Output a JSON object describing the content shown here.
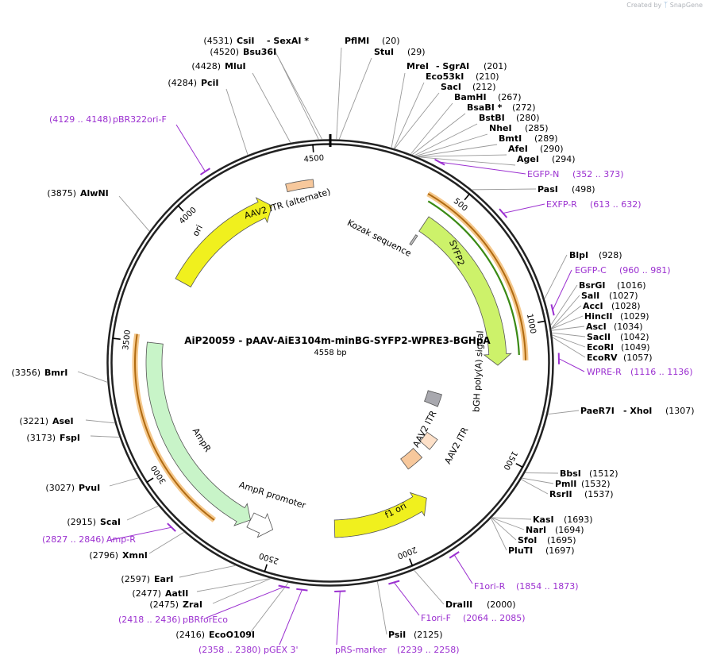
{
  "app": {
    "credit_text": "Created by",
    "brand": "SnapGene"
  },
  "plasmid": {
    "name": "AiP20059 - pAAV-AiE3104m-minBG-SYFP2-WPRE3-BGHpA",
    "length_label": "4558 bp",
    "length": 4558
  },
  "ticks": [
    "500",
    "1000",
    "1500",
    "2000",
    "2500",
    "3000",
    "3500",
    "4000",
    "4500"
  ],
  "features": [
    {
      "name": "SYFP2",
      "start": 430,
      "end": 1150,
      "color": "#cdf26a",
      "dir": 1
    },
    {
      "name": "f1 ori",
      "start": 1830,
      "end": 2260,
      "color": "#f0f01e",
      "dir": -1
    },
    {
      "name": "AmpR",
      "start": 2620,
      "end": 3500,
      "color": "#c8f4c8",
      "dir": -1
    },
    {
      "name": "AmpR promoter",
      "start": 2520,
      "end": 2620,
      "color": "#ffffff",
      "dir": -1
    },
    {
      "name": "ori",
      "start": 3780,
      "end": 4300,
      "color": "#f0f01e",
      "dir": 1
    },
    {
      "name": "AAV2 ITR (alternate)",
      "start": 4380,
      "end": 4490,
      "color": "#f7c89c",
      "dir": 0
    },
    {
      "name": "Kozak sequence",
      "start": 427,
      "end": 437,
      "color": "#c0c0c0",
      "dir": 0
    },
    {
      "name": "bGH poly(A) signal",
      "start": 1340,
      "end": 1420,
      "color": "#a8a8ae",
      "dir": 0
    },
    {
      "name": "AAV2 ITR",
      "start": 1590,
      "end": 1660,
      "color": "#fde0c8",
      "dir": 0
    },
    {
      "name": "AAV2 ITR",
      "start": 1720,
      "end": 1820,
      "color": "#f7c89c",
      "dir": 0
    }
  ],
  "sites": [
    {
      "label": "CsiI",
      "pos": "(4531)",
      "extra": "- SexAI *"
    },
    {
      "label": "Bsu36I",
      "pos": "(4520)",
      "extra": ""
    },
    {
      "label": "MluI",
      "pos": "(4428)",
      "extra": ""
    },
    {
      "label": "PciI",
      "pos": "(4284)",
      "extra": ""
    },
    {
      "label": "AlwNI",
      "pos": "(3875)",
      "extra": ""
    },
    {
      "label": "BmrI",
      "pos": "(3356)",
      "extra": ""
    },
    {
      "label": "AseI",
      "pos": "(3221)",
      "extra": ""
    },
    {
      "label": "FspI",
      "pos": "(3173)",
      "extra": ""
    },
    {
      "label": "PvuI",
      "pos": "(3027)",
      "extra": ""
    },
    {
      "label": "ScaI",
      "pos": "(2915)",
      "extra": ""
    },
    {
      "label": "XmnI",
      "pos": "(2796)",
      "extra": ""
    },
    {
      "label": "EarI",
      "pos": "(2597)",
      "extra": ""
    },
    {
      "label": "AatII",
      "pos": "(2477)",
      "extra": ""
    },
    {
      "label": "ZraI",
      "pos": "(2475)",
      "extra": ""
    },
    {
      "label": "EcoO109I",
      "pos": "(2416)",
      "extra": ""
    },
    {
      "label": "PflMI",
      "pos": "(20)",
      "extra": ""
    },
    {
      "label": "StuI",
      "pos": "(29)",
      "extra": ""
    },
    {
      "label": "MreI",
      "pos": "(201)",
      "extra": "- SgrAI"
    },
    {
      "label": "Eco53kI",
      "pos": "(210)",
      "extra": ""
    },
    {
      "label": "SacI",
      "pos": "(212)",
      "extra": ""
    },
    {
      "label": "BamHI",
      "pos": "(267)",
      "extra": ""
    },
    {
      "label": "BsaBI *",
      "pos": "(272)",
      "extra": ""
    },
    {
      "label": "BstBI",
      "pos": "(280)",
      "extra": ""
    },
    {
      "label": "NheI",
      "pos": "(285)",
      "extra": ""
    },
    {
      "label": "BmtI",
      "pos": "(289)",
      "extra": ""
    },
    {
      "label": "AfeI",
      "pos": "(290)",
      "extra": ""
    },
    {
      "label": "AgeI",
      "pos": "(294)",
      "extra": ""
    },
    {
      "label": "PasI",
      "pos": "(498)",
      "extra": ""
    },
    {
      "label": "BlpI",
      "pos": "(928)",
      "extra": ""
    },
    {
      "label": "BsrGI",
      "pos": "(1016)",
      "extra": ""
    },
    {
      "label": "SalI",
      "pos": "(1027)",
      "extra": ""
    },
    {
      "label": "AccI",
      "pos": "(1028)",
      "extra": ""
    },
    {
      "label": "HincII",
      "pos": "(1029)",
      "extra": ""
    },
    {
      "label": "AscI",
      "pos": "(1034)",
      "extra": ""
    },
    {
      "label": "SacII",
      "pos": "(1042)",
      "extra": ""
    },
    {
      "label": "EcoRI",
      "pos": "(1049)",
      "extra": ""
    },
    {
      "label": "EcoRV",
      "pos": "(1057)",
      "extra": ""
    },
    {
      "label": "PaeR7I",
      "pos": "(1307)",
      "extra": "- XhoI"
    },
    {
      "label": "BbsI",
      "pos": "(1512)",
      "extra": ""
    },
    {
      "label": "PmlI",
      "pos": "(1532)",
      "extra": ""
    },
    {
      "label": "RsrII",
      "pos": "(1537)",
      "extra": ""
    },
    {
      "label": "KasI",
      "pos": "(1693)",
      "extra": ""
    },
    {
      "label": "NarI",
      "pos": "(1694)",
      "extra": ""
    },
    {
      "label": "SfoI",
      "pos": "(1695)",
      "extra": ""
    },
    {
      "label": "PluTI",
      "pos": "(1697)",
      "extra": ""
    },
    {
      "label": "DraIII",
      "pos": "(2000)",
      "extra": ""
    },
    {
      "label": "PsiI",
      "pos": "(2125)",
      "extra": ""
    }
  ],
  "primers": [
    {
      "label": "pBR322ori-F",
      "range": "(4129 .. 4148)"
    },
    {
      "label": "EGFP-N",
      "range": "(352 .. 373)"
    },
    {
      "label": "EXFP-R",
      "range": "(613 .. 632)"
    },
    {
      "label": "EGFP-C",
      "range": "(960 .. 981)"
    },
    {
      "label": "WPRE-R",
      "range": "(1116 .. 1136)"
    },
    {
      "label": "F1ori-R",
      "range": "(1854 .. 1873)"
    },
    {
      "label": "F1ori-F",
      "range": "(2064 .. 2085)"
    },
    {
      "label": "pRS-marker",
      "range": "(2239 .. 2258)"
    },
    {
      "label": "pGEX 3'",
      "range": "(2358 .. 2380)"
    },
    {
      "label": "pBRforEco",
      "range": "(2418 .. 2436)"
    },
    {
      "label": "Amp-R",
      "range": "(2827 .. 2846)"
    }
  ]
}
